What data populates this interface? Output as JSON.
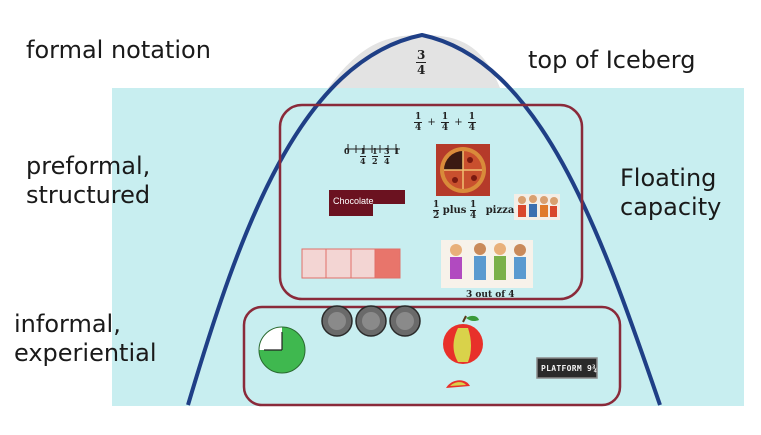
{
  "labels": {
    "formal": "formal notation",
    "preformal_line1": "preformal,",
    "preformal_line2": "structured",
    "informal_line1": "informal,",
    "informal_line2": "experiential",
    "top": "top of Iceberg",
    "floating_line1": "Floating",
    "floating_line2": "capacity"
  },
  "tip_fraction": {
    "numerator": "3",
    "denominator": "4"
  },
  "sum_expression": {
    "term_num": "1",
    "term_den": "4",
    "plus": "+"
  },
  "number_line": {
    "ticks_top": [
      "0",
      "1",
      "1",
      "3",
      "1"
    ],
    "ticks_bottom": [
      "",
      "4",
      "2",
      "4",
      ""
    ]
  },
  "half_plus_quarter": {
    "a_num": "1",
    "a_den": "2",
    "word": "plus",
    "b_num": "1",
    "b_den": "4",
    "tail": "pizza"
  },
  "chocolate_label": "Chocolate",
  "people_caption": "3 out of 4",
  "platform_sign": "PLATFORM 9¾",
  "colors": {
    "water": "#c8eef0",
    "iceberg_outline": "#1f3f86",
    "iceberg_tip": "#e3e3e3",
    "box_border": "#8a2a3a",
    "bar_fill": "#e8756b",
    "clock_fill": "#3fb84f"
  }
}
